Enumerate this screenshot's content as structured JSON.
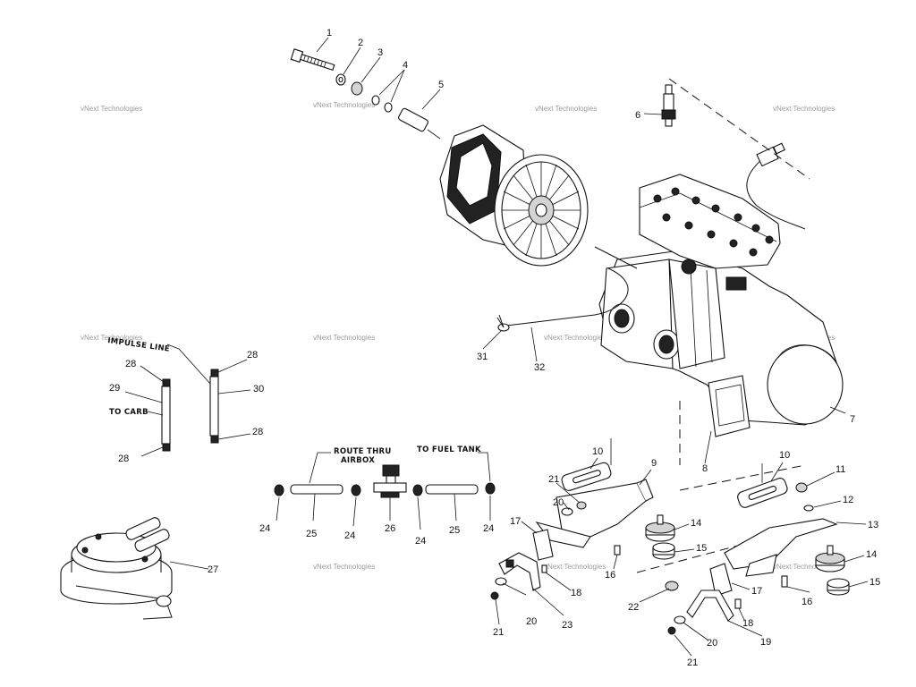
{
  "diagram": {
    "callouts": [
      "1",
      "2",
      "3",
      "4",
      "5",
      "6",
      "7",
      "8",
      "9",
      "10",
      "11",
      "12",
      "13",
      "14",
      "15",
      "16",
      "17",
      "18",
      "19",
      "20",
      "21",
      "22",
      "23",
      "24",
      "25",
      "26",
      "27",
      "28",
      "29",
      "30",
      "31",
      "32"
    ],
    "labels": {
      "impulse_line": "IMPULSE LINE",
      "to_carb": "TO CARB",
      "route_thru": "ROUTE THRU",
      "airbox": "AIRBOX",
      "to_fuel_tank": "TO FUEL TANK"
    },
    "watermark": "vNext Technologies"
  }
}
